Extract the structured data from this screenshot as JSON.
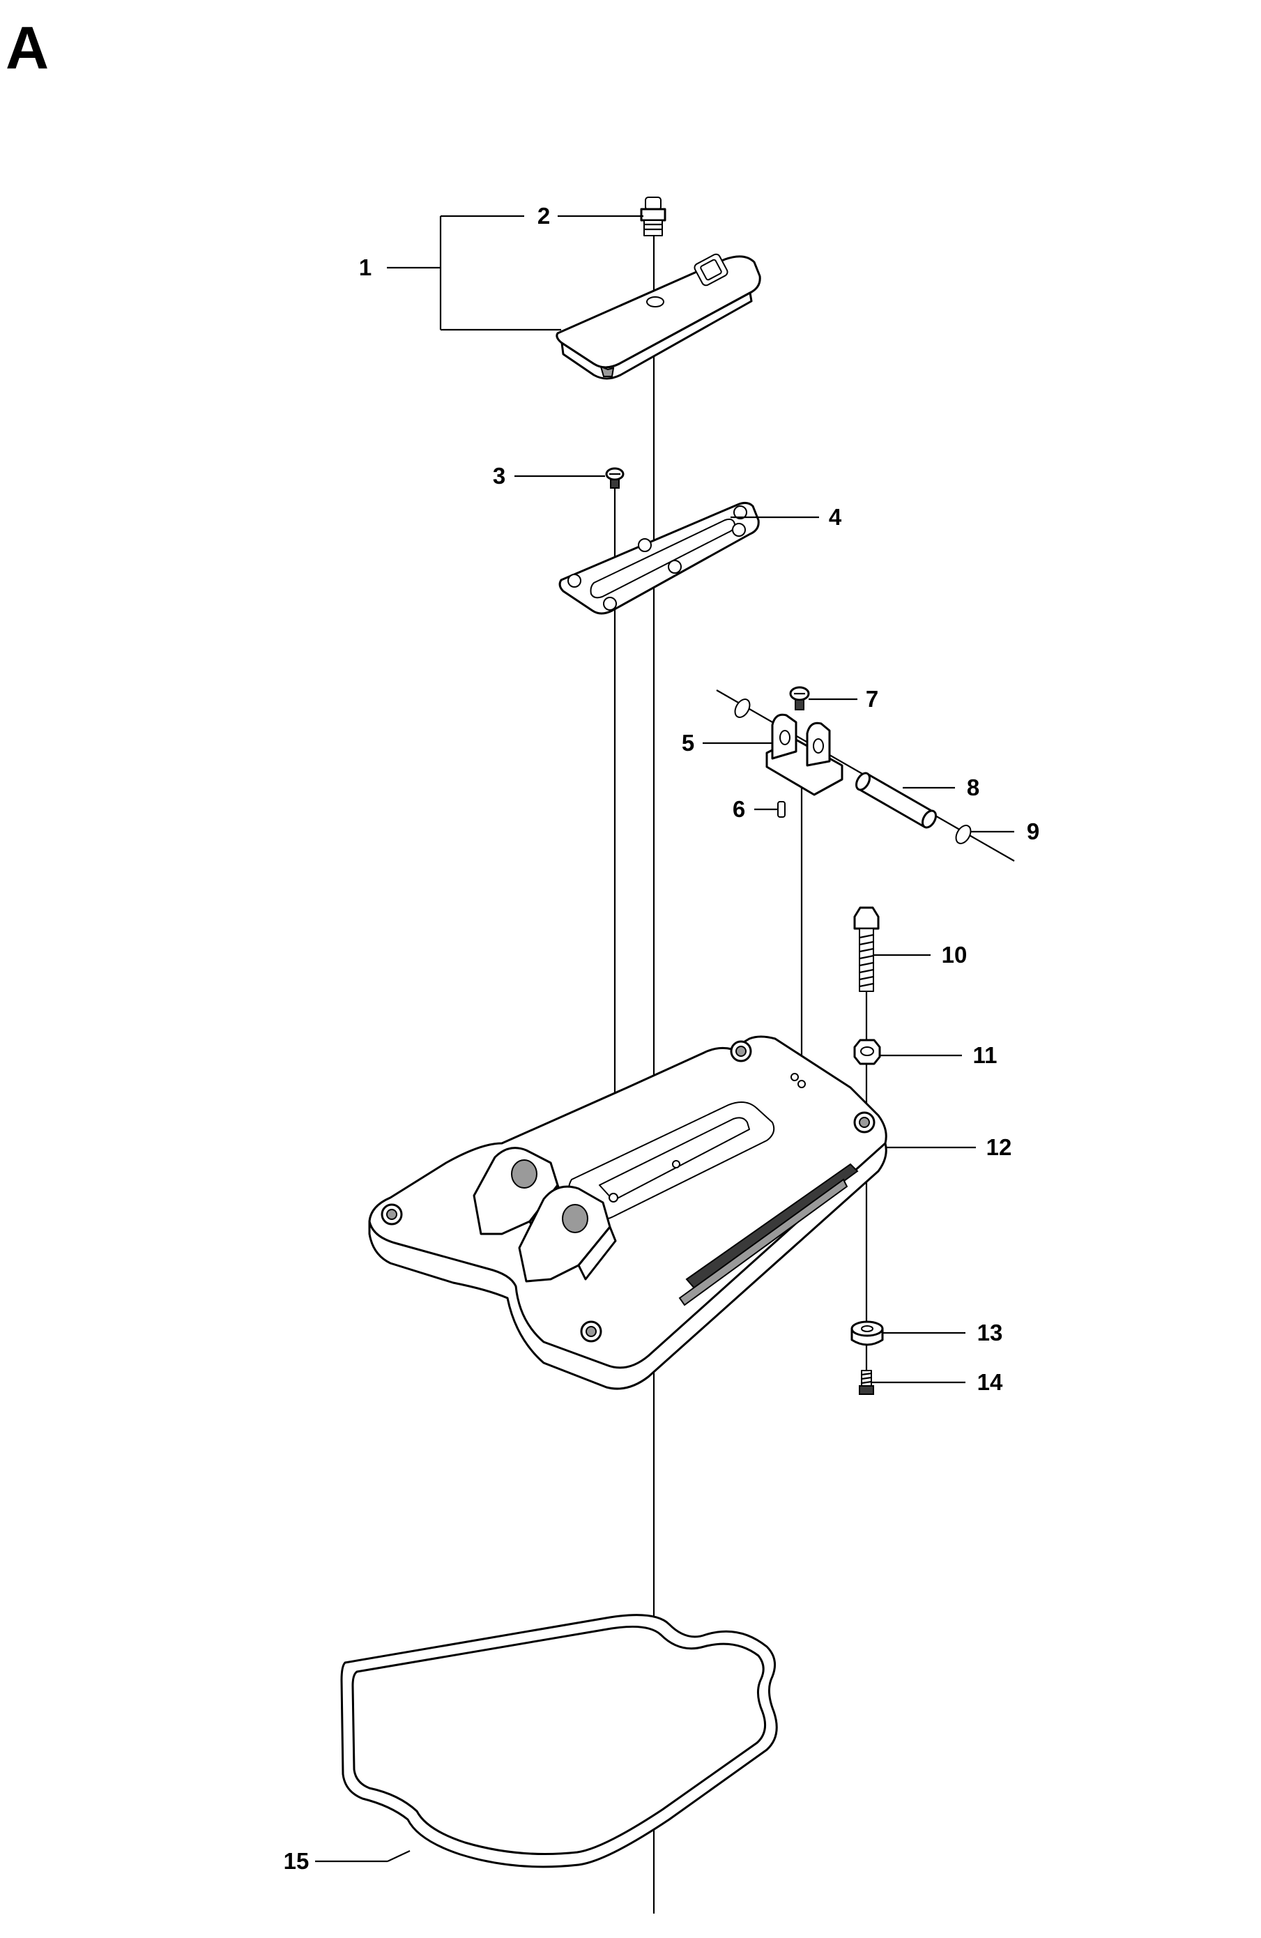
{
  "section_letter": "A",
  "callouts": [
    {
      "id": "1",
      "label": "1"
    },
    {
      "id": "2",
      "label": "2"
    },
    {
      "id": "3",
      "label": "3"
    },
    {
      "id": "4",
      "label": "4"
    },
    {
      "id": "5",
      "label": "5"
    },
    {
      "id": "6",
      "label": "6"
    },
    {
      "id": "7",
      "label": "7"
    },
    {
      "id": "8",
      "label": "8"
    },
    {
      "id": "9",
      "label": "9"
    },
    {
      "id": "10",
      "label": "10"
    },
    {
      "id": "11",
      "label": "11"
    },
    {
      "id": "12",
      "label": "12"
    },
    {
      "id": "13",
      "label": "13"
    },
    {
      "id": "14",
      "label": "14"
    },
    {
      "id": "15",
      "label": "15"
    }
  ]
}
